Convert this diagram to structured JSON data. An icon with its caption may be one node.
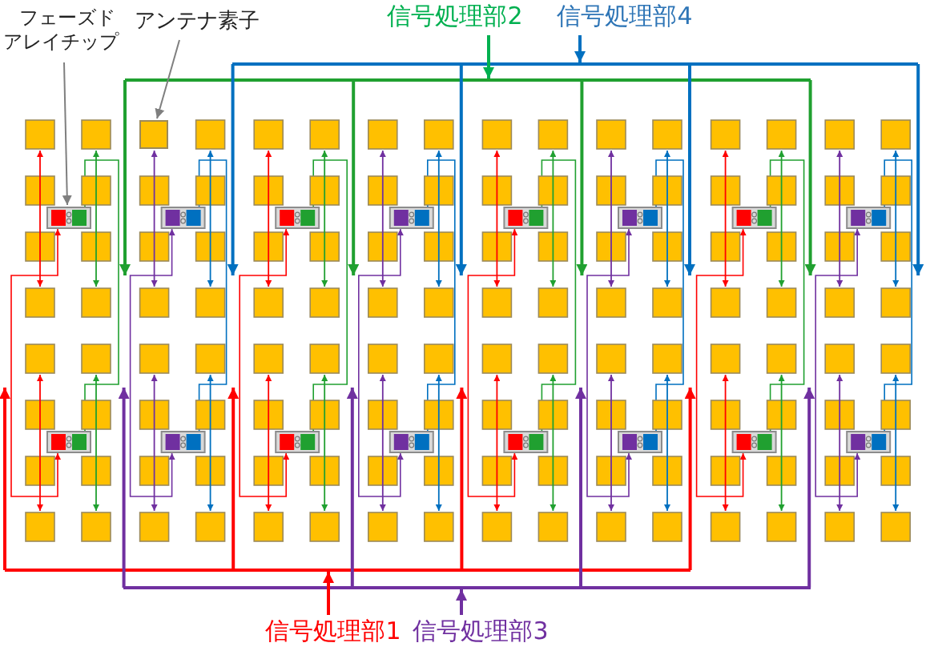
{
  "diagram": {
    "nodes": [
      {
        "text": [
          "フェーズドアレイチップ"
        ]
      },
      {
        "text": [
          "アンテナ素子"
        ]
      },
      {
        "text": [],
        "shape": "box"
      },
      {
        "text": [],
        "shape": "box"
      },
      {
        "text": [
          "信号処理部2"
        ]
      },
      {
        "text": [
          "信号処理部4"
        ]
      },
      {
        "text": [
          "信号処理部1"
        ]
      },
      {
        "text": [
          "信号処理部3"
        ]
      }
    ],
    "edges": [
      {
        "from": 0,
        "to": 2,
        "arrow": "to"
      },
      {
        "from": 1,
        "to": 3,
        "arrow": "to"
      },
      {
        "from": 4,
        "to": null,
        "arrow": "to",
        "color": "#00b050"
      },
      {
        "from": 5,
        "to": null,
        "arrow": "to",
        "color": "#0070c0"
      },
      {
        "from": 6,
        "to": null,
        "arrow": "to",
        "color": "#ff0000"
      },
      {
        "from": 7,
        "to": null,
        "arrow": "to",
        "color": "#7030a0"
      }
    ]
  }
}
